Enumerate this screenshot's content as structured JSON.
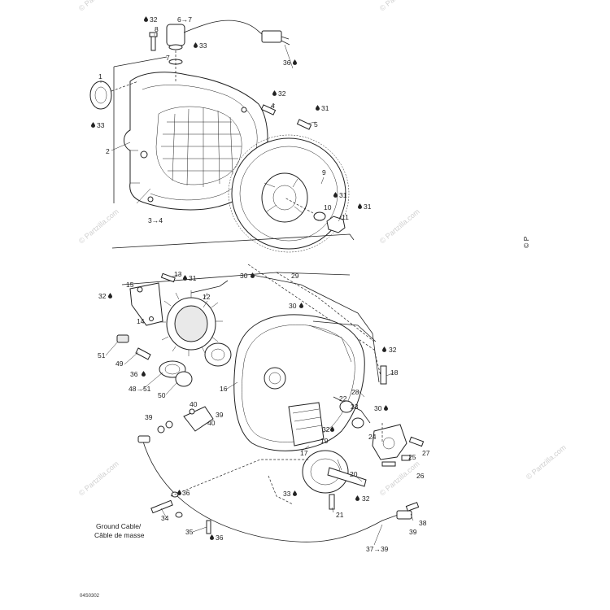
{
  "watermark": {
    "text": "© Partzilla.com"
  },
  "drop_icon": "oil-drop-icon",
  "callouts": {
    "c32a": "32",
    "c67": "6→7",
    "c8": "8",
    "c33a": "33",
    "c7": "7",
    "c36a": "36",
    "c1": "1",
    "c33b": "33",
    "c32b": "32",
    "c4": "4",
    "c31a": "31",
    "c5": "5",
    "c2": "2",
    "c9": "9",
    "c31b": "31",
    "c31c": "31",
    "c10": "10",
    "c11": "11",
    "c34": "3→4",
    "c13": "13",
    "c31d": "31",
    "c29": "29",
    "c30a": "30",
    "c15": "15",
    "c32c": "32",
    "c12": "12",
    "c14": "14",
    "c30b": "30",
    "c51": "51",
    "c49": "49",
    "c36b": "36",
    "c4851": "48→51",
    "c50": "50",
    "c32d": "32",
    "c18": "18",
    "c16": "16",
    "c28": "28",
    "c22": "22",
    "c23": "23",
    "c30c": "30",
    "c39a": "39",
    "c39b": "39",
    "c40a": "40",
    "c40b": "40",
    "c32e": "32",
    "c24": "24",
    "c27": "27",
    "c25": "25",
    "c26": "26",
    "c19": "19",
    "c17": "17",
    "c20": "20",
    "c33c": "33",
    "c32f": "32",
    "c21": "21",
    "c36c": "36",
    "c34b": "34",
    "c35": "35",
    "c36d": "36",
    "c38": "38",
    "c39c": "39",
    "c3739": "37→39"
  },
  "labels": {
    "ground_en": "Ground Cable/",
    "ground_fr": "Câble de masse",
    "ref_code": "04S0302",
    "edge_mark": "© P"
  }
}
